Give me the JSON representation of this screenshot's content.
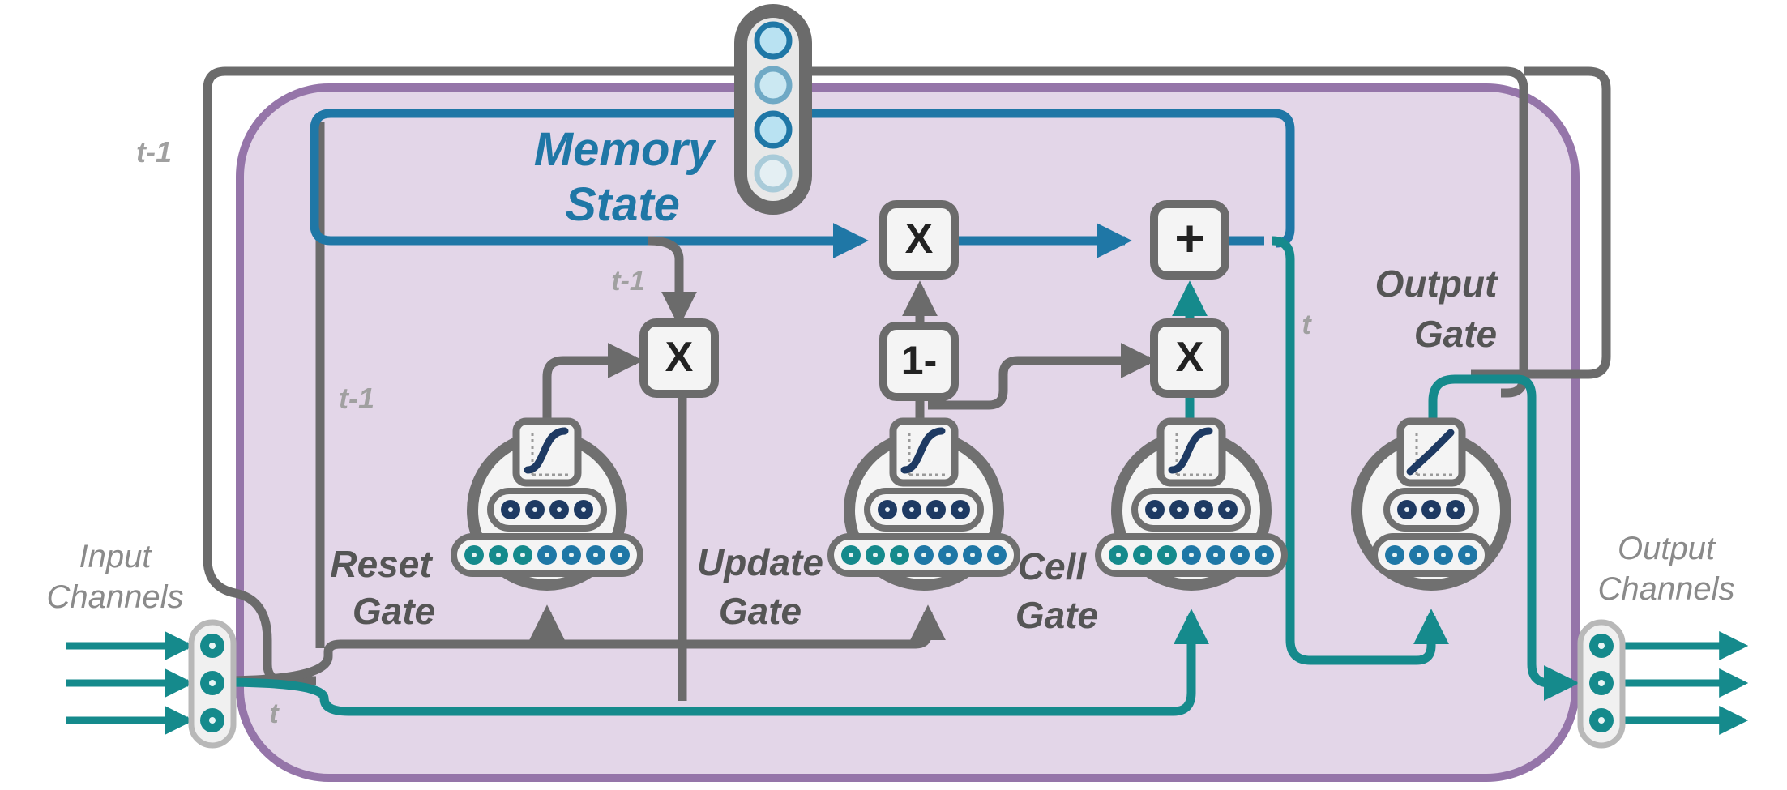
{
  "colors": {
    "purple_border": "#9575a9",
    "purple_fill": "#e3d6e8",
    "gray_line": "#6b6b6b",
    "blue_line": "#1f77a6",
    "teal_line": "#158a8c",
    "gate_gray": "#707070",
    "node_fill": "#f4f4f4",
    "dark_navy": "#1e3a63",
    "light_text": "#9a9a9a"
  },
  "labels": {
    "memory_state": [
      "Memory",
      "State"
    ],
    "reset_gate": [
      "Reset",
      "Gate"
    ],
    "update_gate": [
      "Update",
      "Gate"
    ],
    "cell_gate": [
      "Cell",
      "Gate"
    ],
    "output_gate": [
      "Output",
      "Gate"
    ],
    "input_channels": [
      "Input",
      "Channels"
    ],
    "output_channels": [
      "Output",
      "Channels"
    ]
  },
  "time_labels": {
    "top_left": "t-1",
    "mem_to_x": "t-1",
    "left_mid": "t-1",
    "input": "t",
    "right": "t"
  },
  "operators": {
    "mult_top": "X",
    "add": "+",
    "mult_reset": "X",
    "one_minus": "1-",
    "mult_cell": "X"
  },
  "icons": {
    "reset_activation": "sigmoid-icon",
    "update_activation": "sigmoid-icon",
    "cell_activation": "sigmoid-icon",
    "output_activation": "relu-icon"
  }
}
